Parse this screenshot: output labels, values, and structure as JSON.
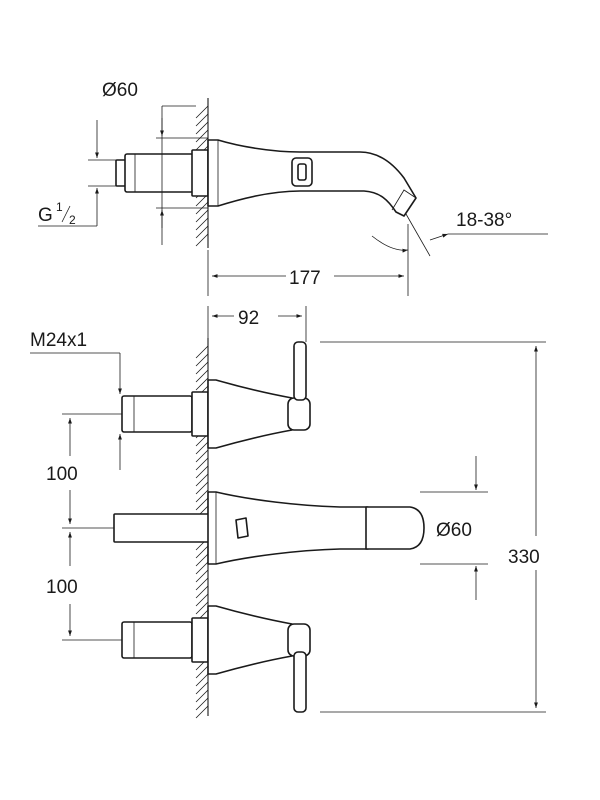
{
  "labels": {
    "top_diameter": "Ø60",
    "thread": "G",
    "thread_num": "1",
    "thread_den": "2",
    "swivel_angle": "18-38°",
    "projection_spout": "177",
    "projection_handles": "92",
    "connection": "M24x1",
    "spacing_upper": "100",
    "spacing_lower": "100",
    "spout_diameter": "Ø60",
    "total_width": "330"
  }
}
